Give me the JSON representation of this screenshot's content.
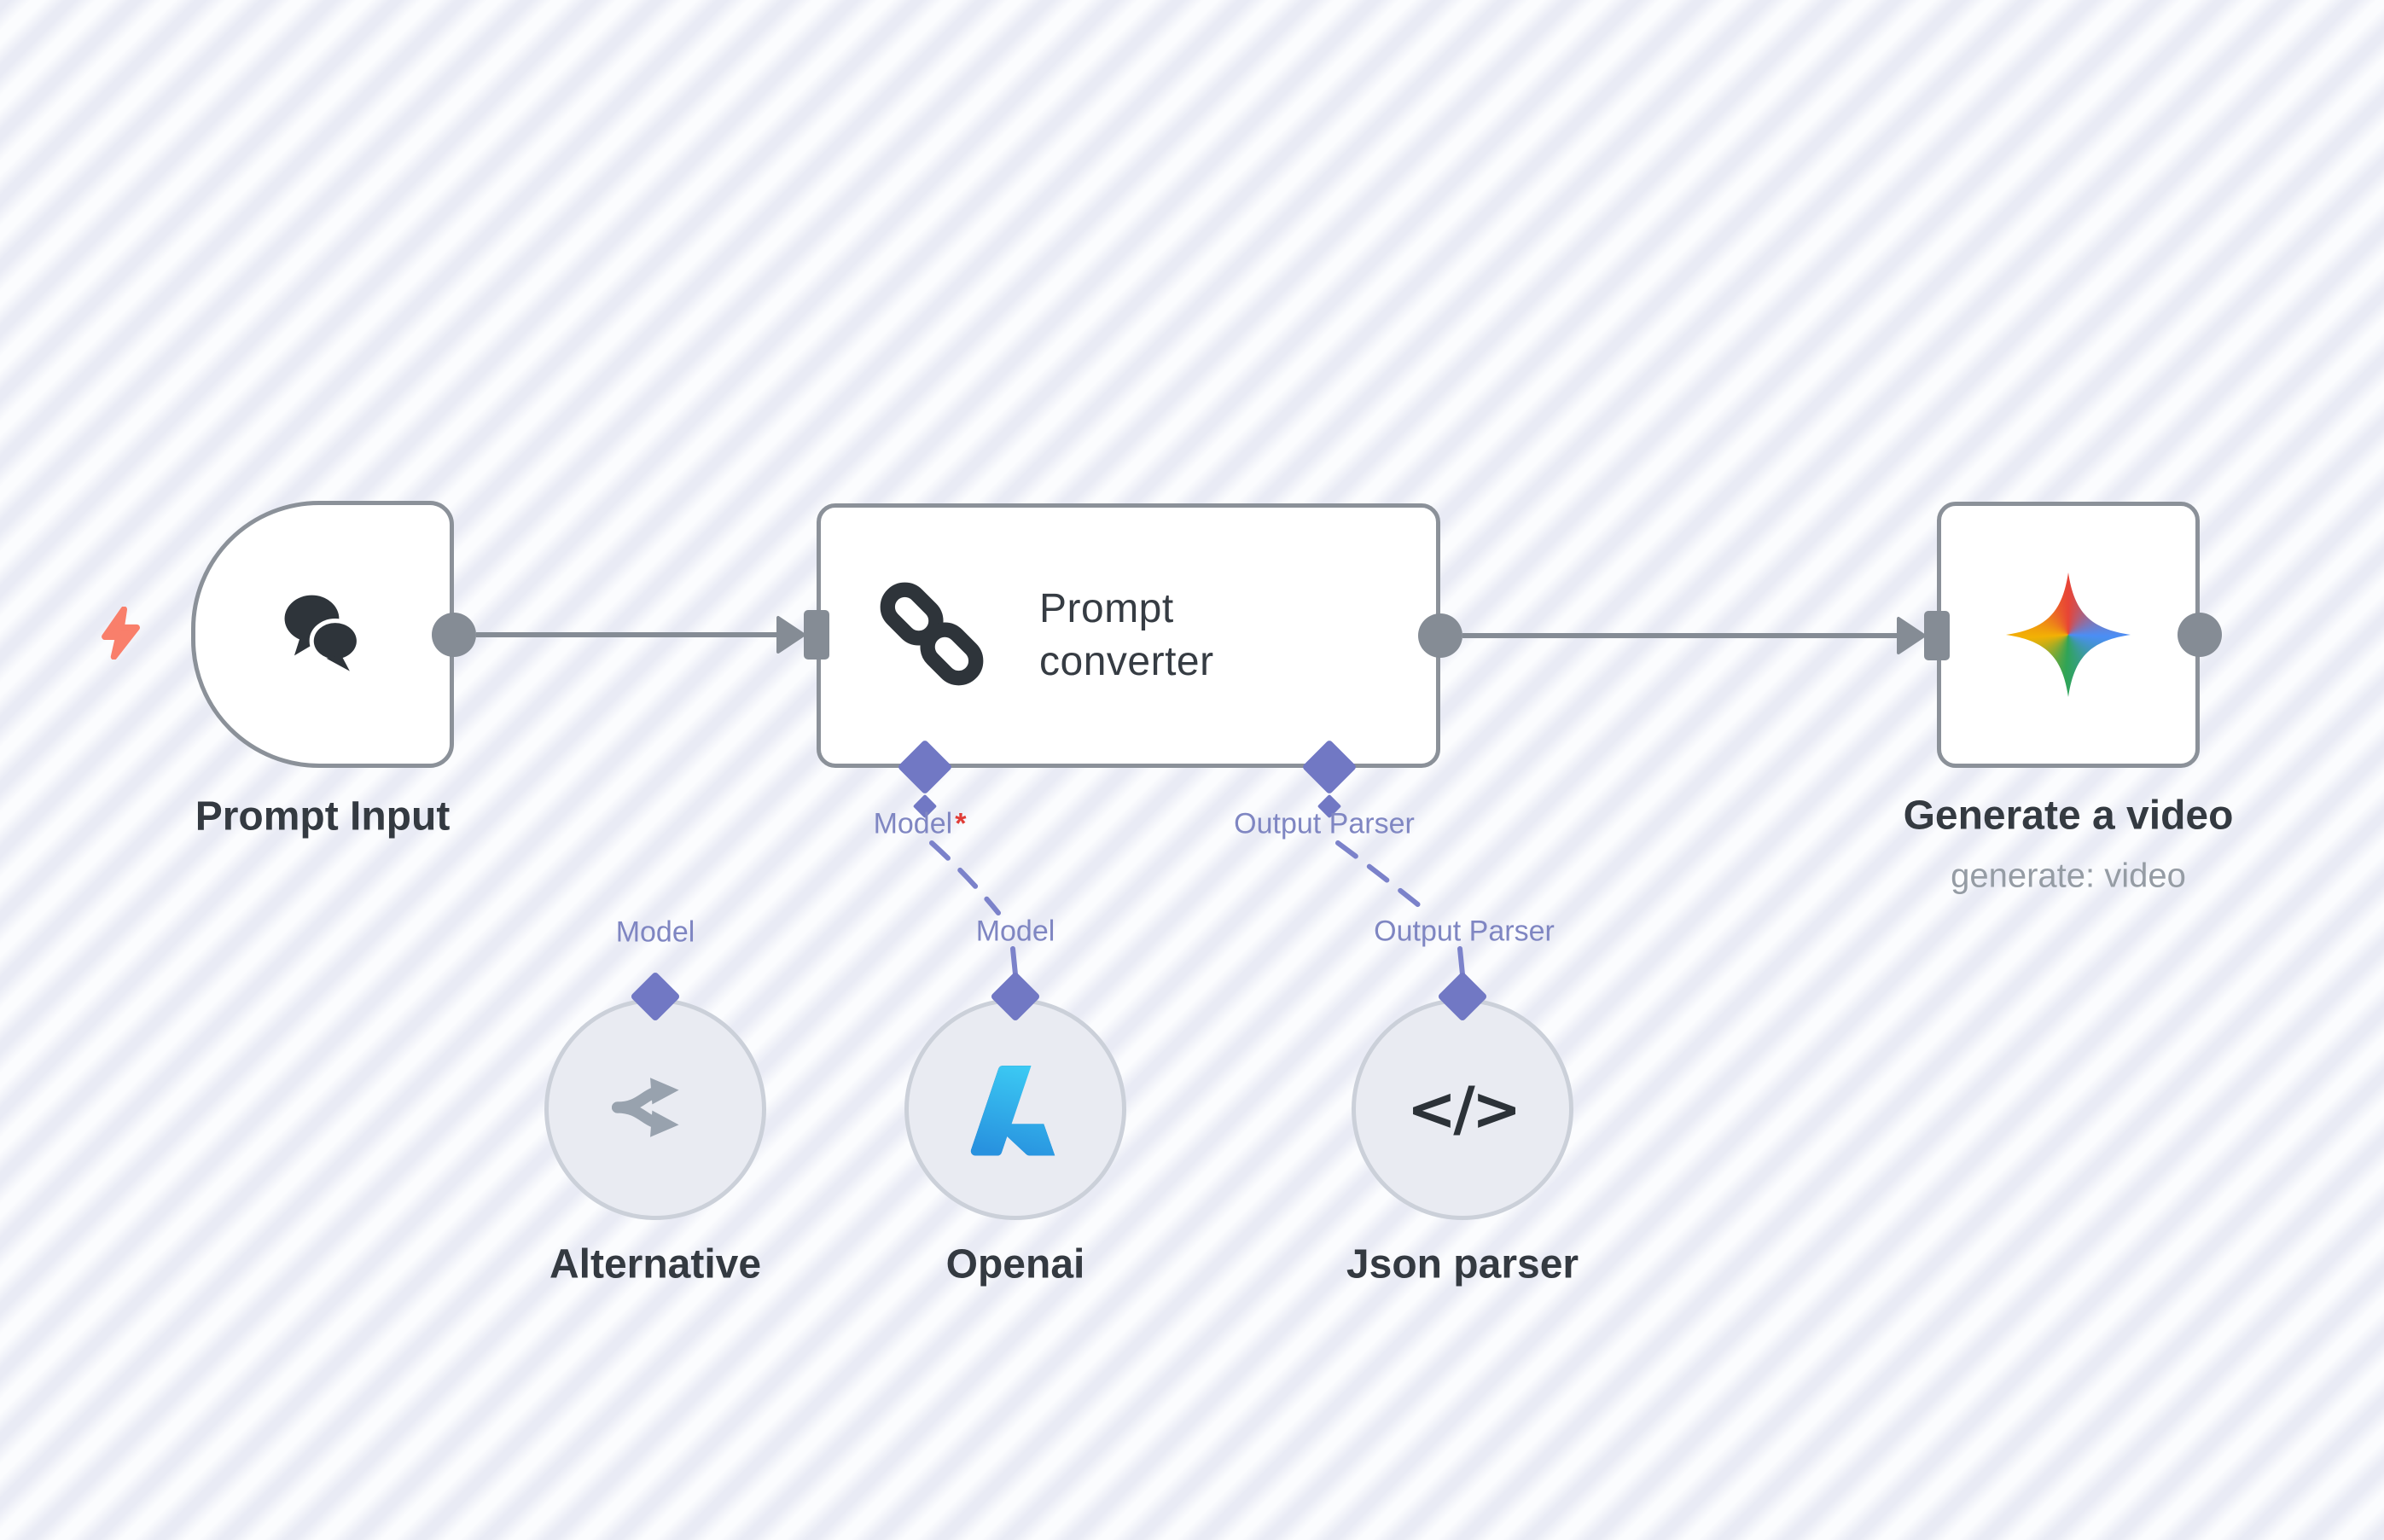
{
  "canvas": {
    "stripe_light": "#fbfcfe",
    "stripe_dark": "#e9ebf5"
  },
  "colors": {
    "node_border": "#8b9199",
    "connector_gray": "#858c95",
    "accent_purple": "#7178c4",
    "handle_label_purple": "#7f86c2",
    "required_red": "#e03c36",
    "circle_fill": "#e9ebf2",
    "circle_border": "#cbd0d9",
    "title_text": "#343a41",
    "subtitle_text": "#959ca4",
    "icon_dark": "#2e343a",
    "icon_gray": "#98a2ae",
    "trigger_coral": "#f97f6b"
  },
  "trigger": {
    "icon": "lightning-bolt-icon"
  },
  "nodes": {
    "prompt_input": {
      "title": "Prompt Input",
      "icon": "chat-bubbles-icon"
    },
    "prompt_converter": {
      "title_line1": "Prompt",
      "title_line2": "converter",
      "icon": "chain-link-icon",
      "handles": [
        {
          "label": "Model",
          "required_marker": "*"
        },
        {
          "label": "Output Parser"
        }
      ]
    },
    "generate_video": {
      "title": "Generate a video",
      "subtitle": "generate: video",
      "icon": "gemini-star-icon"
    },
    "alternative": {
      "handle_label": "Model",
      "title": "Alternative",
      "icon": "branch-arrows-icon"
    },
    "openai": {
      "handle_label": "Model",
      "title": "Openai",
      "icon": "azure-logo-icon"
    },
    "json_parser": {
      "handle_label": "Output Parser",
      "title": "Json parser",
      "icon": "code-tag-icon",
      "icon_glyph": "</>"
    }
  }
}
